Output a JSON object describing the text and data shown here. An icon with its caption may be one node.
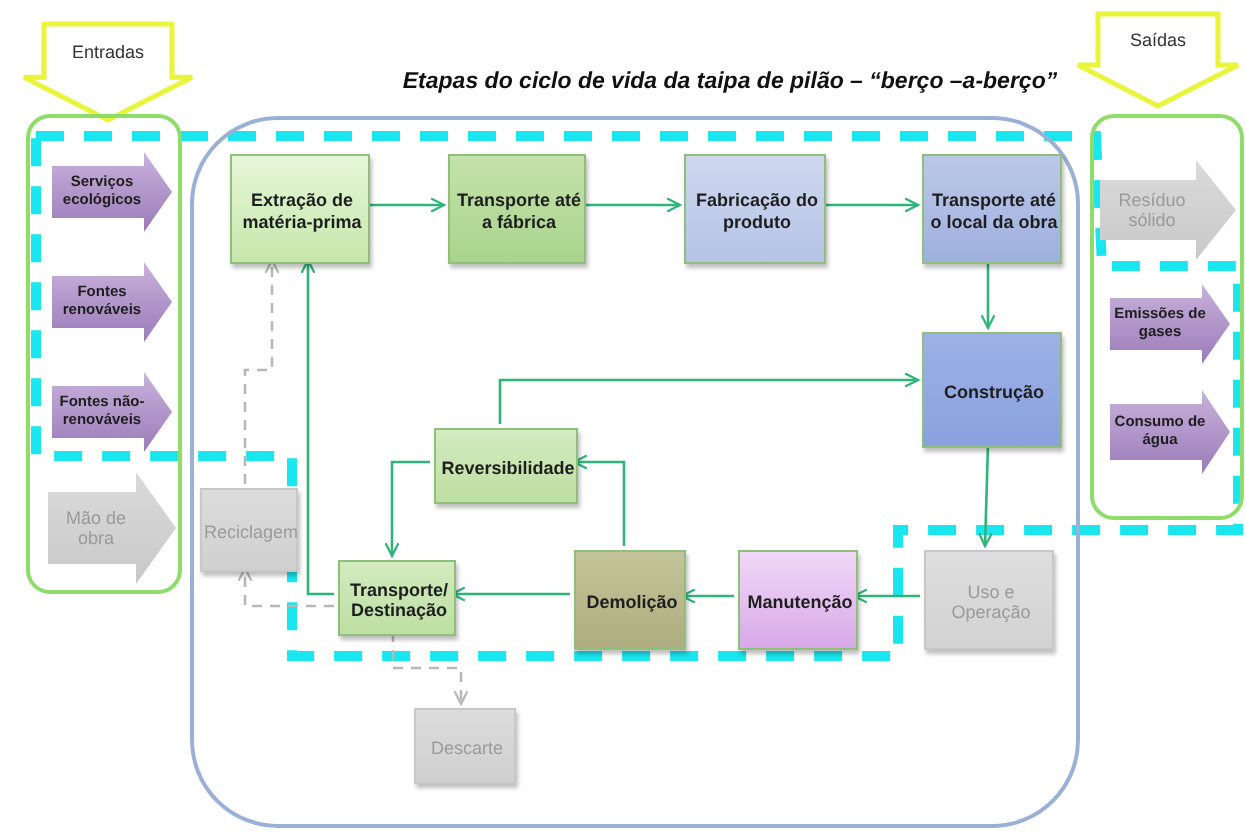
{
  "diagram": {
    "title": "Etapas do ciclo de vida da taipa de pilão – “berço –a-berço”",
    "nodes": [
      {
        "text": [
          "Entradas"
        ]
      },
      {
        "text": [
          "Saídas"
        ]
      },
      {
        "text": [],
        "shape": "box"
      },
      {
        "text": [
          "Serviços ecológicos"
        ],
        "in": 2
      },
      {
        "text": [
          "Fontes renováveis"
        ],
        "in": 2
      },
      {
        "text": [
          "Fontes não-renováveis"
        ],
        "in": 2
      },
      {
        "text": [
          "Mão de obra"
        ],
        "in": 2
      },
      {
        "text": [],
        "shape": "box"
      },
      {
        "text": [
          "Extração de matéria-prima"
        ],
        "in": 7
      },
      {
        "text": [
          "Transporte até a fábrica"
        ],
        "in": 7
      },
      {
        "text": [
          "Fabricação do produto"
        ],
        "in": 7
      },
      {
        "text": [
          "Transporte até o local da obra"
        ],
        "in": 7
      },
      {
        "text": [
          "Construção"
        ],
        "in": 7
      },
      {
        "text": [
          "Reversibilidade"
        ],
        "in": 7
      },
      {
        "text": [
          "Uso e Operação"
        ],
        "in": 7
      },
      {
        "text": [
          "Manutenção"
        ],
        "in": 7
      },
      {
        "text": [
          "Demolição"
        ],
        "in": 7
      },
      {
        "text": [
          "Transporte/ Destinação"
        ],
        "in": 7
      },
      {
        "text": [
          "Reciclagem"
        ],
        "in": 7
      },
      {
        "text": [
          "Descarte"
        ],
        "in": 7
      },
      {
        "text": [],
        "shape": "box"
      },
      {
        "text": [
          "Resíduo sólido"
        ],
        "in": 20
      },
      {
        "text": [
          "Emissões de gases"
        ],
        "in": 20
      },
      {
        "text": [
          "Consumo de água"
        ],
        "in": 20
      }
    ],
    "edges": [
      {
        "from": 8,
        "to": 9,
        "arrow": "to"
      },
      {
        "from": 9,
        "to": 10,
        "arrow": "to"
      },
      {
        "from": 10,
        "to": 11,
        "arrow": "to"
      },
      {
        "from": 11,
        "to": 12,
        "arrow": "to"
      },
      {
        "from": 12,
        "to": 14,
        "arrow": "to"
      },
      {
        "from": 14,
        "to": 15,
        "arrow": "to"
      },
      {
        "from": 15,
        "to": 16,
        "arrow": "to"
      },
      {
        "from": 16,
        "to": 17,
        "arrow": "to"
      },
      {
        "from": 16,
        "to": 13,
        "arrow": "to"
      },
      {
        "from": 13,
        "to": 17,
        "arrow": "to"
      },
      {
        "from": 13,
        "to": 12,
        "arrow": "to"
      },
      {
        "from": 17,
        "to": 8,
        "arrow": "to"
      },
      {
        "from": 17,
        "to": 18,
        "arrow": "to",
        "style": "dashed",
        "color": "#b8b8b8"
      },
      {
        "from": 18,
        "to": 8,
        "arrow": "to",
        "style": "dashed",
        "color": "#b8b8b8"
      },
      {
        "from": 17,
        "to": 19,
        "arrow": "to",
        "style": "dashed",
        "color": "#b8b8b8"
      }
    ]
  }
}
